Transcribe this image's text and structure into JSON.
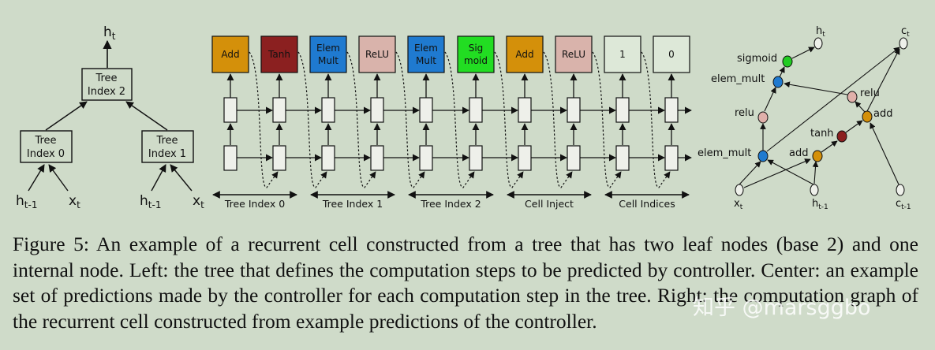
{
  "left_tree": {
    "h_out": "h",
    "h_out_sub": "t",
    "root_line1": "Tree",
    "root_line2": "Index 2",
    "left_line1": "Tree",
    "left_line2": "Index 0",
    "right_line1": "Tree",
    "right_line2": "Index 1",
    "in1": "h",
    "in1_sub": "t-1",
    "in2": "x",
    "in2_sub": "t",
    "in3": "h",
    "in3_sub": "t-1",
    "in4": "x",
    "in4_sub": "t"
  },
  "center": {
    "preds": [
      {
        "line1": "Add",
        "line2": "",
        "color": "#d4900a"
      },
      {
        "line1": "Tanh",
        "line2": "",
        "color": "#8b2020"
      },
      {
        "line1": "Elem",
        "line2": "Mult",
        "color": "#1f7ad0"
      },
      {
        "line1": "ReLU",
        "line2": "",
        "color": "#d9b3ab"
      },
      {
        "line1": "Elem",
        "line2": "Mult",
        "color": "#1f7ad0"
      },
      {
        "line1": "Sig",
        "line2": "moid",
        "color": "#22dd22"
      },
      {
        "line1": "Add",
        "line2": "",
        "color": "#d4900a"
      },
      {
        "line1": "ReLU",
        "line2": "",
        "color": "#d9b3ab"
      },
      {
        "line1": "1",
        "line2": "",
        "color": "#dde8d8"
      },
      {
        "line1": "0",
        "line2": "",
        "color": "#dde8d8"
      }
    ],
    "groups": [
      "Tree Index 0",
      "Tree Index 1",
      "Tree Index 2",
      "Cell Inject",
      "Cell Indices"
    ]
  },
  "graph": {
    "ht": "h",
    "ht_sub": "t",
    "ct": "c",
    "ct_sub": "t",
    "sigmoid": "sigmoid",
    "elem_mult_top": "elem_mult",
    "relu_left": "relu",
    "relu_right": "relu",
    "add_right": "add",
    "tanh": "tanh",
    "add_mid": "add",
    "elem_mult_bottom": "elem_mult",
    "xt": "x",
    "xt_sub": "t",
    "ht1": "h",
    "ht1_sub": "t-1",
    "ct1": "c",
    "ct1_sub": "t-1",
    "colors": {
      "sigmoid": "#22cc22",
      "elem_mult": "#1f7ad0",
      "relu": "#e0b0aa",
      "add": "#d4900a",
      "tanh": "#8b2020",
      "leaf": "#eef0ea"
    }
  },
  "caption": {
    "p1": "Figure 5: An example of a recurrent cell constructed from a tree that has two leaf nodes (base 2) and one internal node. Left: the tree that defines the computation steps to be predicted by controller. Center: an example set of predictions made by the controller for each computation step in the tree. Right: the computation graph of the recurrent cell constructed from example predictions of the controller."
  },
  "watermark": "知乎 @marsggbo"
}
